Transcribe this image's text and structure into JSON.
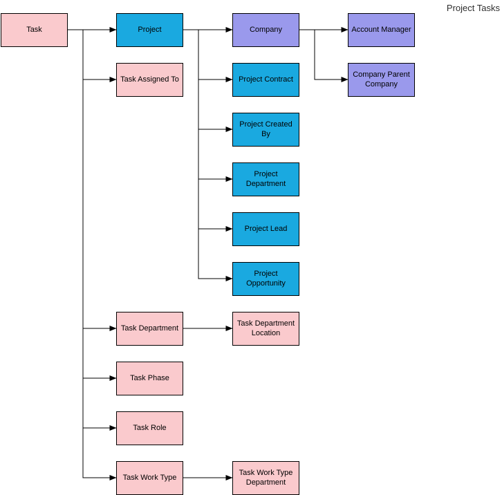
{
  "title": "Project Tasks",
  "colors": {
    "pink": "#FACACD",
    "blue": "#1AA9E0",
    "purple": "#9A99EC",
    "node_border": "#000000",
    "connector": "#000000",
    "title_text": "#2E2E2E",
    "background": "#FFFFFF"
  },
  "diagram": {
    "nodes": [
      {
        "id": "task",
        "label": "Task",
        "color": "pink",
        "col": 0,
        "row": 0
      },
      {
        "id": "project",
        "label": "Project",
        "color": "blue",
        "col": 1,
        "row": 0
      },
      {
        "id": "company",
        "label": "Company",
        "color": "purple",
        "col": 2,
        "row": 0
      },
      {
        "id": "account-manager",
        "label": "Account Manager",
        "color": "purple",
        "col": 3,
        "row": 0
      },
      {
        "id": "task-assigned-to",
        "label": "Task Assigned To",
        "color": "pink",
        "col": 1,
        "row": 1
      },
      {
        "id": "project-contract",
        "label": "Project Contract",
        "color": "blue",
        "col": 2,
        "row": 1
      },
      {
        "id": "company-parent-company",
        "label": "Company Parent Company",
        "color": "purple",
        "col": 3,
        "row": 1
      },
      {
        "id": "project-created-by",
        "label": "Project Created By",
        "color": "blue",
        "col": 2,
        "row": 2
      },
      {
        "id": "project-department",
        "label": "Project Department",
        "color": "blue",
        "col": 2,
        "row": 3
      },
      {
        "id": "project-lead",
        "label": "Project Lead",
        "color": "blue",
        "col": 2,
        "row": 4
      },
      {
        "id": "project-opportunity",
        "label": "Project Opportunity",
        "color": "blue",
        "col": 2,
        "row": 5
      },
      {
        "id": "task-department",
        "label": "Task Department",
        "color": "pink",
        "col": 1,
        "row": 6
      },
      {
        "id": "task-department-location",
        "label": "Task Department Location",
        "color": "pink",
        "col": 2,
        "row": 6
      },
      {
        "id": "task-phase",
        "label": "Task Phase",
        "color": "pink",
        "col": 1,
        "row": 7
      },
      {
        "id": "task-role",
        "label": "Task Role",
        "color": "pink",
        "col": 1,
        "row": 8
      },
      {
        "id": "task-work-type",
        "label": "Task Work Type",
        "color": "pink",
        "col": 1,
        "row": 9
      },
      {
        "id": "task-work-type-department",
        "label": "Task Work Type Department",
        "color": "pink",
        "col": 2,
        "row": 9
      }
    ],
    "edges": [
      {
        "from": "task",
        "to": "project"
      },
      {
        "from": "task",
        "to": "task-assigned-to"
      },
      {
        "from": "task",
        "to": "task-department"
      },
      {
        "from": "task",
        "to": "task-phase"
      },
      {
        "from": "task",
        "to": "task-role"
      },
      {
        "from": "task",
        "to": "task-work-type"
      },
      {
        "from": "project",
        "to": "company"
      },
      {
        "from": "project",
        "to": "project-contract"
      },
      {
        "from": "project",
        "to": "project-created-by"
      },
      {
        "from": "project",
        "to": "project-department"
      },
      {
        "from": "project",
        "to": "project-lead"
      },
      {
        "from": "project",
        "to": "project-opportunity"
      },
      {
        "from": "company",
        "to": "account-manager"
      },
      {
        "from": "company",
        "to": "company-parent-company"
      },
      {
        "from": "task-department",
        "to": "task-department-location"
      },
      {
        "from": "task-work-type",
        "to": "task-work-type-department"
      }
    ]
  }
}
